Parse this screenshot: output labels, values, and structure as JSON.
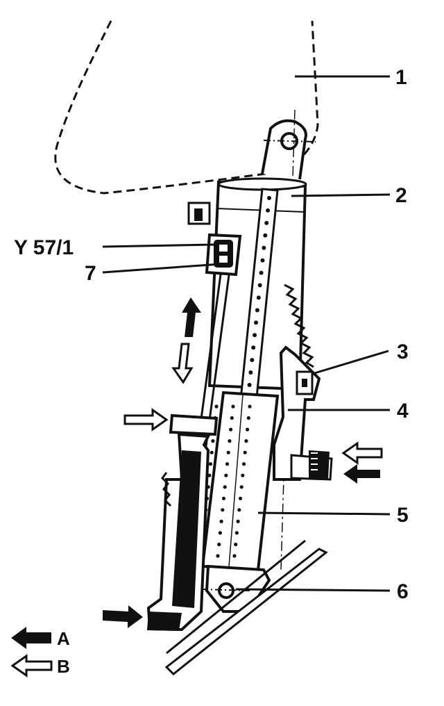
{
  "callouts": {
    "c1": "1",
    "c2": "2",
    "c3": "3",
    "c4": "4",
    "c5": "5",
    "c6": "6",
    "c7": "7",
    "y57": "Y 57/1"
  },
  "legend": {
    "a_label": "A",
    "b_label": "B",
    "a_icon": "solid-arrow-left-icon",
    "b_icon": "outline-arrow-left-icon"
  },
  "colors": {
    "ink": "#111111",
    "paper": "#ffffff"
  }
}
